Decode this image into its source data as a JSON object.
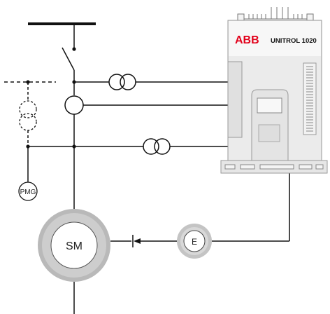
{
  "diagram": {
    "device": {
      "brand": "ABB",
      "model": "UNITROL 1020",
      "brand_color": "#e2001a"
    },
    "components": {
      "pmg_label": "PMG",
      "synchronous_machine_label": "SM",
      "exciter_label": "E"
    },
    "colors": {
      "line": "#111111",
      "device_body": "#e9e9e9",
      "device_edge": "#9a9a9a",
      "sm_ring": "#b9b9b9",
      "exciter_ring": "#c4c4c4"
    }
  }
}
